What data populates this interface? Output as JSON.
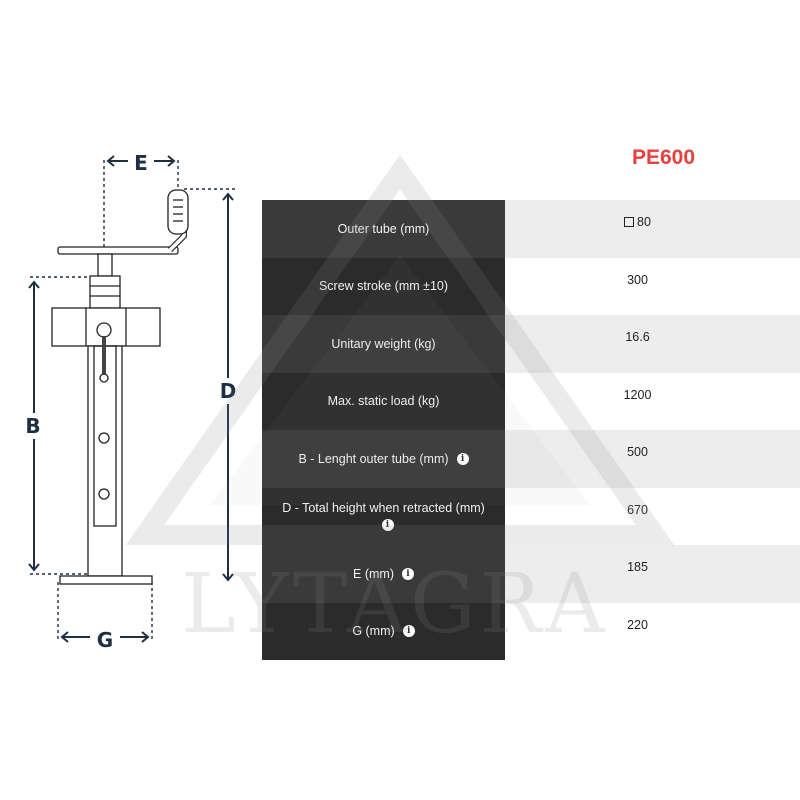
{
  "model": "PE600",
  "colors": {
    "accent": "#e8403f",
    "label_bg": "#323232",
    "stripe": "#ededed",
    "dimension_lines": "#1f2f43"
  },
  "watermark_text": "LYTAGRA",
  "drawing": {
    "dimensions": {
      "E": "E",
      "D": "D",
      "B": "B",
      "G": "G"
    }
  },
  "specs": [
    {
      "label": "Outer tube (mm)",
      "value": "80",
      "value_icon": "square-icon",
      "info": false
    },
    {
      "label": "Screw stroke (mm ±10)",
      "value": "300",
      "info": false
    },
    {
      "label": "Unitary weight (kg)",
      "value": "16.6",
      "info": false
    },
    {
      "label": "Max. static load (kg)",
      "value": "1200",
      "info": false
    },
    {
      "label": "B - Lenght outer tube (mm)",
      "value": "500",
      "info": true
    },
    {
      "label": "D - Total height when retracted (mm)",
      "value": "670",
      "info": true
    },
    {
      "label": "E (mm)",
      "value": "185",
      "info": true
    },
    {
      "label": "G (mm)",
      "value": "220",
      "info": true
    }
  ],
  "info_icon_glyph": "i"
}
